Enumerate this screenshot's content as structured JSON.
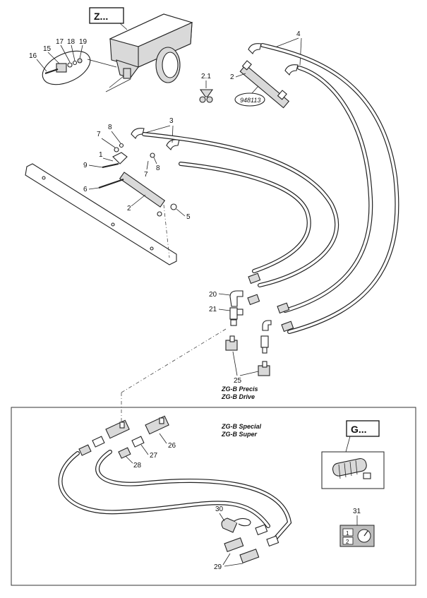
{
  "ref_boxes": {
    "spreader": "Z...",
    "guard": "G..."
  },
  "labels": {
    "l1": "1",
    "l2a": "2",
    "l2b": "2",
    "l2_1": "2.1",
    "l3": "3",
    "l4": "4",
    "l5": "5",
    "l6": "6",
    "l7a": "7",
    "l7b": "7",
    "l8a": "8",
    "l8b": "8",
    "l9": "9",
    "l15": "15",
    "l16": "16",
    "l17": "17",
    "l18": "18",
    "l19": "19",
    "l20": "20",
    "l21": "21",
    "l25": "25",
    "l26": "26",
    "l27": "27",
    "l28": "28",
    "l29": "29",
    "l30": "30",
    "l31": "31"
  },
  "part_number": "948113",
  "notes": {
    "precis": "ZG-B Precis",
    "drive": "ZG-B Drive",
    "special": "ZG-B Special",
    "super": "ZG-B Super"
  },
  "sticker": {
    "step1": "1",
    "step2": "2"
  }
}
